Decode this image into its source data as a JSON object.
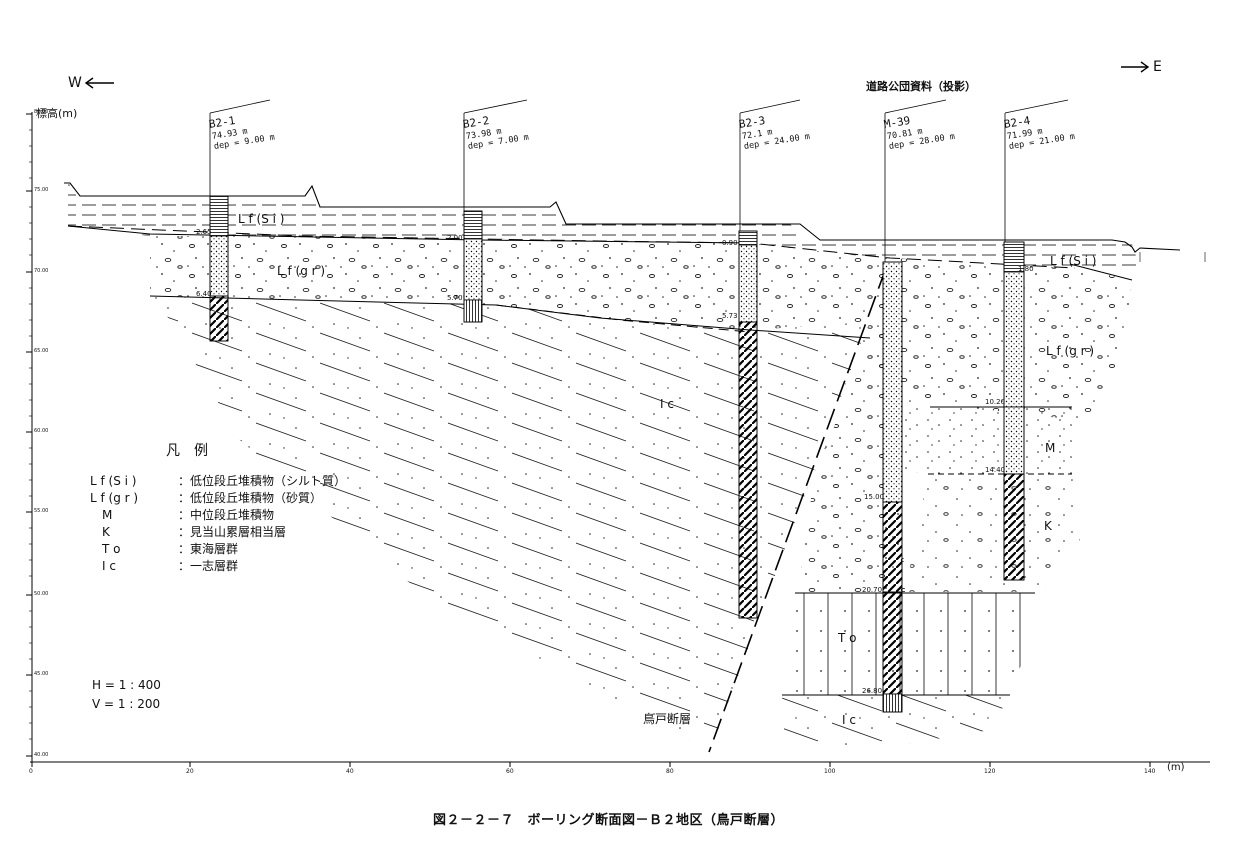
{
  "header": {
    "west_label": "W",
    "east_label": "E",
    "source_note": "道路公団資料（投影）",
    "y_axis_label": "標高(m)",
    "x_axis_unit": "(m)"
  },
  "x_axis_ticks": [
    "0",
    "20",
    "40",
    "60",
    "80",
    "100",
    "120",
    "140"
  ],
  "y_axis_ticks": [
    "80.00",
    "75.00",
    "70.00",
    "65.00",
    "60.00",
    "55.00",
    "50.00",
    "45.00",
    "40.00"
  ],
  "boreholes": [
    {
      "id": "B2-1",
      "elevation": "74.93 m",
      "depth": "dep = 9.00 m",
      "boundaries": [
        "2.65",
        "6.40"
      ]
    },
    {
      "id": "B2-2",
      "elevation": "73.98 m",
      "depth": "dep = 7.00 m",
      "boundaries": [
        "2.00",
        "5.70"
      ]
    },
    {
      "id": "B2-3",
      "elevation": "72.1 m",
      "depth": "dep = 24.00 m",
      "boundaries": [
        "0.90",
        "5.73"
      ]
    },
    {
      "id": "M-39",
      "elevation": "70.81 m",
      "depth": "dep = 28.00 m",
      "boundaries": [
        "15.00",
        "20.70",
        "26.80"
      ]
    },
    {
      "id": "B2-4",
      "elevation": "71.99 m",
      "depth": "dep = 21.00 m",
      "boundaries": [
        "1.80",
        "10.20",
        "14.40"
      ]
    }
  ],
  "layers": {
    "lf_si_west": "L f (S i )",
    "lf_gr_west": "L f (g r )",
    "lf_si_east": "L f (S i )",
    "lf_gr_east": "L f (g r )",
    "ic_upper": "I c",
    "m": "M",
    "k": "K",
    "to": "T o",
    "ic_lower": "I c"
  },
  "fault_label": "鳥戸断層",
  "legend": {
    "title": "凡　例",
    "items": [
      {
        "code": "L f (S i )",
        "desc": "：低位段丘堆積物（シルト質）"
      },
      {
        "code": "L f (g r )",
        "desc": "：低位段丘堆積物（砂質）"
      },
      {
        "code": "　M",
        "desc": "：中位段丘堆積物"
      },
      {
        "code": "　K",
        "desc": "：見当山累層相当層"
      },
      {
        "code": "　T o",
        "desc": "：東海層群"
      },
      {
        "code": "　I c",
        "desc": "：一志層群"
      }
    ]
  },
  "scale": {
    "h": "H = 1 : 400",
    "v": "V = 1 : 200"
  },
  "caption": "図２－２－７　ボーリング断面図－Ｂ２地区（鳥戸断層）"
}
